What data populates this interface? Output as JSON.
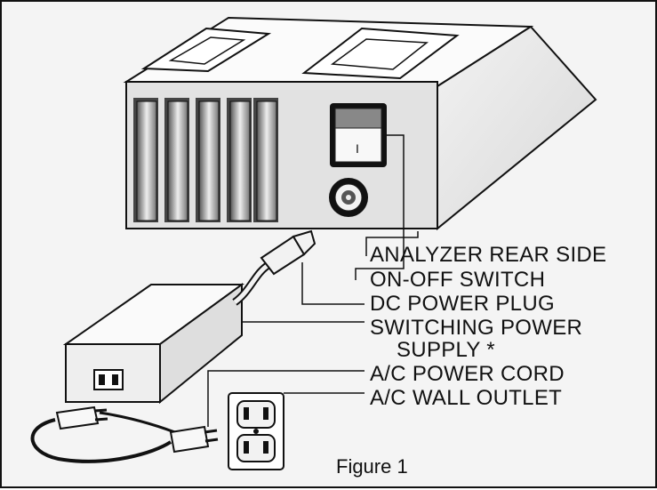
{
  "labels": {
    "analyzer_rear_side": "ANALYZER REAR SIDE",
    "on_off_switch": "ON-OFF SWITCH",
    "dc_power_plug": "DC POWER PLUG",
    "switching_power_supply_line1": "SWITCHING POWER",
    "switching_power_supply_line2": "SUPPLY *",
    "ac_power_cord": "A/C POWER CORD",
    "ac_wall_outlet": "A/C WALL OUTLET"
  },
  "caption": "Figure 1",
  "switch_mark": "I"
}
